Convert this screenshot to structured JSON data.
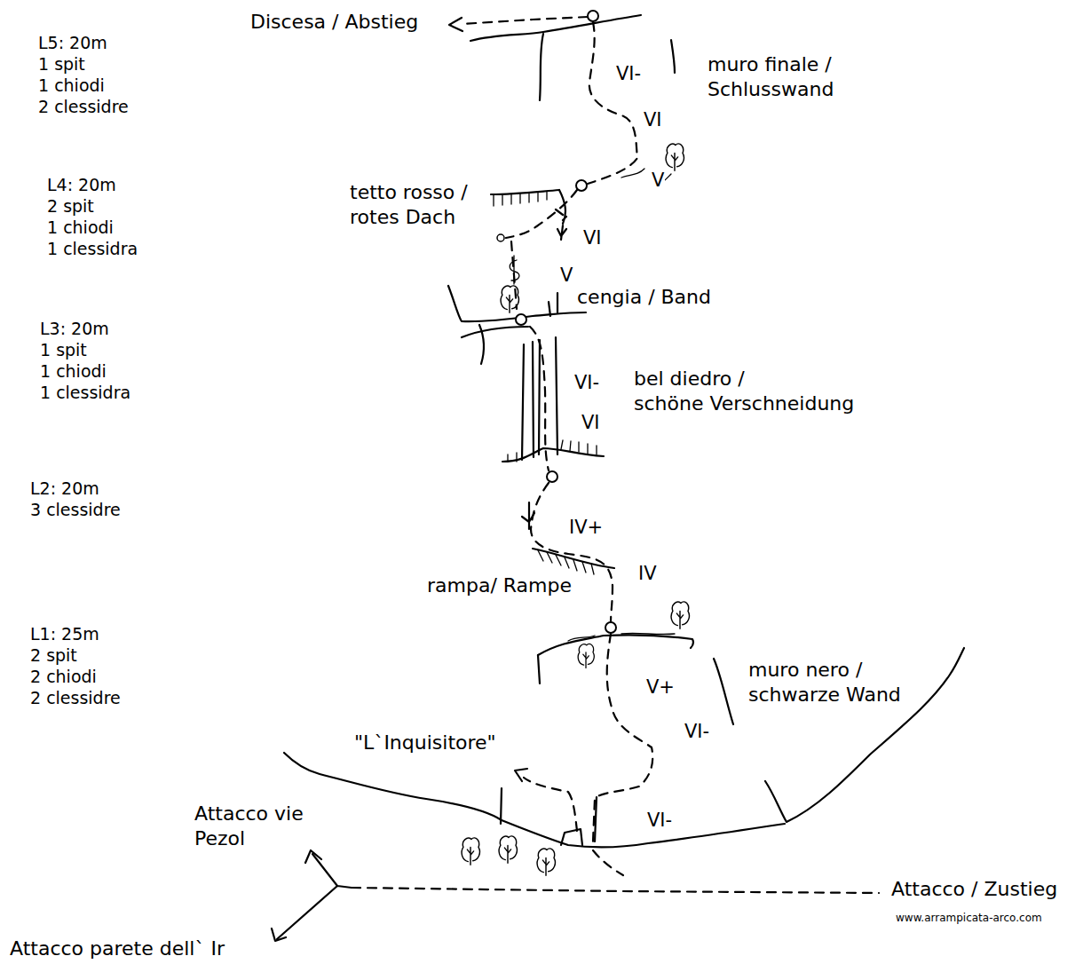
{
  "diagram": {
    "labels": [
      "Discesa / Abstieg",
      "L5: 20m",
      "1 spit",
      "1 chiodi",
      "2 clessidre",
      "muro finale / Schlusswand",
      "VI-",
      "VI",
      "L4: 20m",
      "2 spit",
      "1 chiodi",
      "1 clessidra",
      "V",
      "tetto rosso / rotes Dach",
      "VI",
      "V",
      "cengia / Band",
      "L3: 20m",
      "1 spit",
      "1 chiodi",
      "1 clessidra",
      "VI-",
      "bel diedro / schöne Verschneidung",
      "VI",
      "L2: 20m",
      "3 clessidre",
      "IV+",
      "IV",
      "rampa/ Rampe",
      "L1: 25m",
      "2 spit",
      "2 chiodi",
      "2 clessidre",
      "muro nero / schwarze Wand",
      "V+",
      "VI-",
      "\"L`Inquisitore\"",
      "Attacco vie Pezol",
      "VI-",
      "Attacco / Zustieg",
      "www.arrampicata-arco.com",
      "Attacco parete dell` Ir"
    ]
  }
}
